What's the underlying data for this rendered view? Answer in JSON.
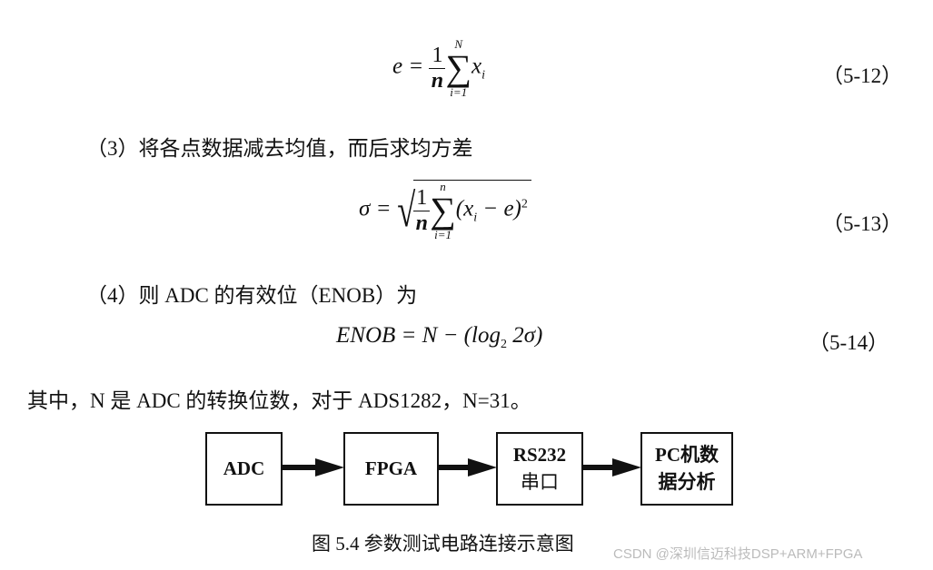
{
  "equations": [
    {
      "id": "eq-5-12",
      "lhs": "e",
      "frac_num": "1",
      "frac_den": "n",
      "sum_upper": "N",
      "sum_lower": "i=1",
      "body": "x",
      "body_sub": "i",
      "number": "（5-12）"
    },
    {
      "id": "eq-5-13",
      "lhs": "σ",
      "frac_num": "1",
      "frac_den": "n",
      "sum_upper": "n",
      "sum_lower": "i=1",
      "body": "(x",
      "body_sub": "i",
      "body_rest": " − e)",
      "body_sup": "2",
      "number": "（5-13）"
    },
    {
      "id": "eq-5-14",
      "text_a": "ENOB = N − (log",
      "sub": "2",
      "text_b": " 2σ)",
      "number": "（5-14）"
    }
  ],
  "paragraphs": {
    "step3": "（3）将各点数据减去均值，而后求均方差",
    "step4": "（4）则 ADC 的有效位（ENOB）为",
    "note": "其中，N 是 ADC 的转换位数，对于 ADS1282，N=31。"
  },
  "diagram": {
    "blocks": [
      {
        "line1": "ADC",
        "line2": ""
      },
      {
        "line1": "FPGA",
        "line2": ""
      },
      {
        "line1": "RS232",
        "line2": "串口"
      },
      {
        "line1": "PC机数",
        "line2": "据分析"
      }
    ],
    "caption": "图 5.4  参数测试电路连接示意图"
  },
  "watermark": "CSDN @深圳信迈科技DSP+ARM+FPGA"
}
